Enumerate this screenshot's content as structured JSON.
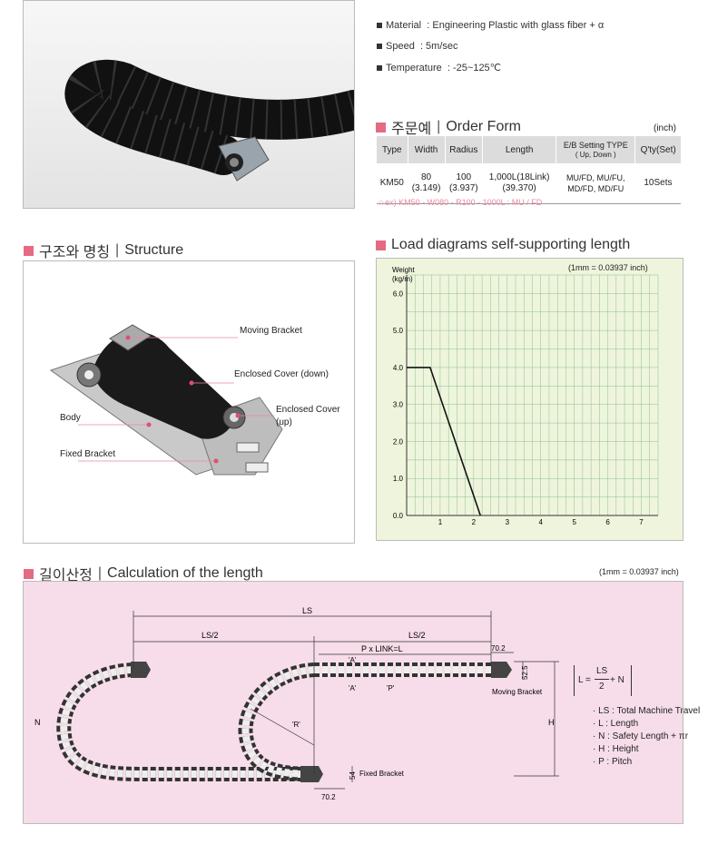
{
  "specs": [
    {
      "label": "Material",
      "value": ": Engineering Plastic with glass fiber + α"
    },
    {
      "label": "Speed",
      "value": ": 5m/sec"
    },
    {
      "label": "Temperature",
      "value": ": -25~125℃"
    }
  ],
  "order_form": {
    "title_ko": "주문예",
    "title_en": "Order Form",
    "unit": "(inch)",
    "headers": [
      "Type",
      "Width",
      "Radius",
      "Length",
      "E/B Setting TYPE",
      "Q'ty(Set)"
    ],
    "header_sub": "( Up, Down )",
    "row": {
      "type": "KM50",
      "width": "80",
      "width_inch": "(3.149)",
      "radius": "100",
      "radius_inch": "(3.937)",
      "length": "1,000L(18Link)",
      "length_inch": "(39.370)",
      "setting_1": "MU/FD, MU/FU,",
      "setting_2": "MD/FD, MD/FU",
      "qty": "10Sets"
    },
    "example": "☆ex) KM50 - W080 - R100 - 1000L : MU / FD"
  },
  "structure": {
    "title_ko": "구조와 명칭",
    "title_en": "Structure",
    "labels": {
      "moving_bracket": "Moving Bracket",
      "enclosed_cover_down": "Enclosed Cover (down)",
      "enclosed_cover_up_1": "Enclosed Cover",
      "enclosed_cover_up_2": "(up)",
      "body": "Body",
      "fixed_bracket": "Fixed Bracket"
    }
  },
  "load_diagram": {
    "title": "Load diagrams self-supporting length",
    "unit_note": "(1mm = 0.03937 inch)"
  },
  "calculation": {
    "title_ko": "길이산정",
    "title_en": "Calculation of the length",
    "unit_note": "(1mm = 0.03937 inch)",
    "dims": {
      "ls": "LS",
      "ls_half_left": "LS/2",
      "ls_half_right": "LS/2",
      "p_link": "P x LINK=L",
      "a_top": "'A'",
      "a_bottom": "'A'",
      "p": "'P'",
      "r": "'R'",
      "n": "N",
      "h": "H",
      "d70_top": "70.2",
      "d52": "52.5",
      "d54": "54",
      "d70_bottom": "70.2",
      "moving_bracket": "Moving Bracket",
      "fixed_bracket": "Fixed Bracket"
    },
    "formula": {
      "l": "L =",
      "ls": "LS",
      "two": "2",
      "plus_n": "+ N"
    },
    "legend": [
      {
        "key": "· LS",
        "desc": ":  Total Machine Travel"
      },
      {
        "key": "· L",
        "desc": ":  Length"
      },
      {
        "key": "· N",
        "desc": ":  Safety Length + πr"
      },
      {
        "key": "· H",
        "desc": ":  Height"
      },
      {
        "key": "· P",
        "desc": ":  Pitch"
      }
    ]
  },
  "chart_data": {
    "type": "line",
    "title": "",
    "xlabel": "",
    "ylabel": "Weight (kg/m)",
    "ylabel_lines": [
      "Weight",
      "(kg/m)"
    ],
    "x_ticks": [
      "1",
      "2",
      "3",
      "4",
      "5",
      "6",
      "7"
    ],
    "y_ticks": [
      "0.0",
      "1.0",
      "2.0",
      "3.0",
      "4.0",
      "5.0",
      "6.0"
    ],
    "xlim": [
      0,
      7.5
    ],
    "ylim": [
      0,
      6.5
    ],
    "grid": true,
    "series": [
      {
        "x": [
          0,
          0.7,
          2.2
        ],
        "y": [
          4.0,
          4.0,
          0.0
        ]
      }
    ],
    "colors": {
      "background": "#eef5dc",
      "grid": "#8fbf8f",
      "line": "#111111"
    }
  }
}
